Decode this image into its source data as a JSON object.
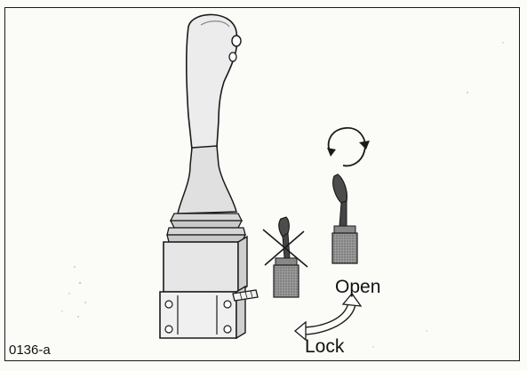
{
  "labels": {
    "open": "Open",
    "lock": "Lock",
    "figure_code": "0136-a"
  },
  "icons": {
    "rotate": "circular-rotate-arrow-icon",
    "double_arrow": "curved-double-arrow-icon",
    "cross": "cross-out-icon"
  },
  "colors": {
    "ink": "#1a1a1a",
    "light_fill": "#e2e2e2",
    "mid_fill": "#bdbdbd",
    "dark_fill": "#5a5a5a",
    "paper": "#fbfbf8"
  }
}
